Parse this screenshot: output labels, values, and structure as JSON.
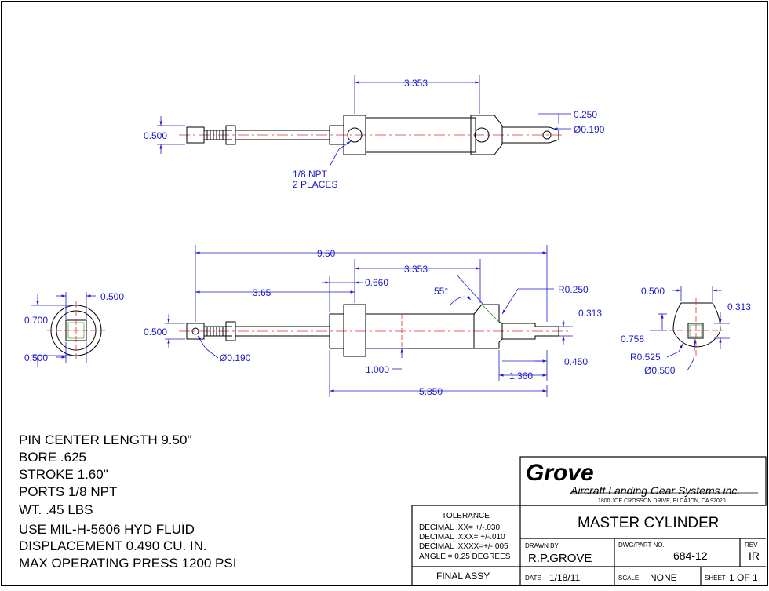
{
  "dimensions": {
    "top_view": {
      "length_3353": "3.353",
      "d_0500": "0.500",
      "d_0250": "0.250",
      "dia_0190": "Ø0.190",
      "port_note_line1": "1/8 NPT",
      "port_note_line2": "2 PLACES"
    },
    "side_view": {
      "overall_950": "9.50",
      "len_3353": "3.353",
      "len_365": "3.65",
      "len_0660": "0.660",
      "angle_55": "55°",
      "radius_0250": "R0.250",
      "d_0313": "0.313",
      "d_0500": "0.500",
      "dia_0190": "Ø0.190",
      "d_1000": "1.000",
      "d_1360": "1.360",
      "d_0450": "0.450",
      "len_5850": "5.850"
    },
    "left_end_view": {
      "d_0500_top": "0.500",
      "d_0700": "0.700",
      "d_0500_bottom": "0.500"
    },
    "right_end_view": {
      "d_0500": "0.500",
      "d_0313": "0.313",
      "d_0758": "0.758",
      "radius_0525": "R0.525",
      "dia_0500": "Ø0.500"
    }
  },
  "notes": [
    "PIN CENTER LENGTH 9.50\"",
    "BORE .625",
    "STROKE 1.60\"",
    "PORTS  1/8 NPT",
    "WT. .45 LBS",
    "USE MIL-H-5606 HYD FLUID",
    "DISPLACEMENT 0.490 CU. IN.",
    "MAX OPERATING PRESS 1200 PSI"
  ],
  "title_block": {
    "company_logo": "Grove",
    "company_name": "Aircraft Landing Gear Systems inc.",
    "company_address": "1800 JOE CROSSON DRIVE, ELCAJON, CA 92020",
    "title": "MASTER CYLINDER",
    "tolerance_header": "TOLERANCE",
    "tolerance_lines": [
      "DECIMAL  .XX=  +/-.030",
      "DECIMAL  .XXX= +/-.010",
      "DECIMAL  .XXXX=+/-.005",
      "ANGLE = 0.25 DEGREES"
    ],
    "drawn_by_label": "DRAWN  BY",
    "drawn_by": "R.P.GROVE",
    "part_no_label": "DWG/PART  NO.",
    "part_no": "684-12",
    "rev_label": "REV",
    "rev": "IR",
    "final_assy": "FINAL ASSY",
    "date_label": "DATE",
    "date": "1/18/11",
    "scale_label": "SCALE",
    "scale": "NONE",
    "sheet_label": "SHEET",
    "sheet": "1 OF 1"
  },
  "colors": {
    "outline": "#000000",
    "dimension": "#1a1acc",
    "centerline": "#e03030",
    "construction": "#1f8f1f"
  }
}
